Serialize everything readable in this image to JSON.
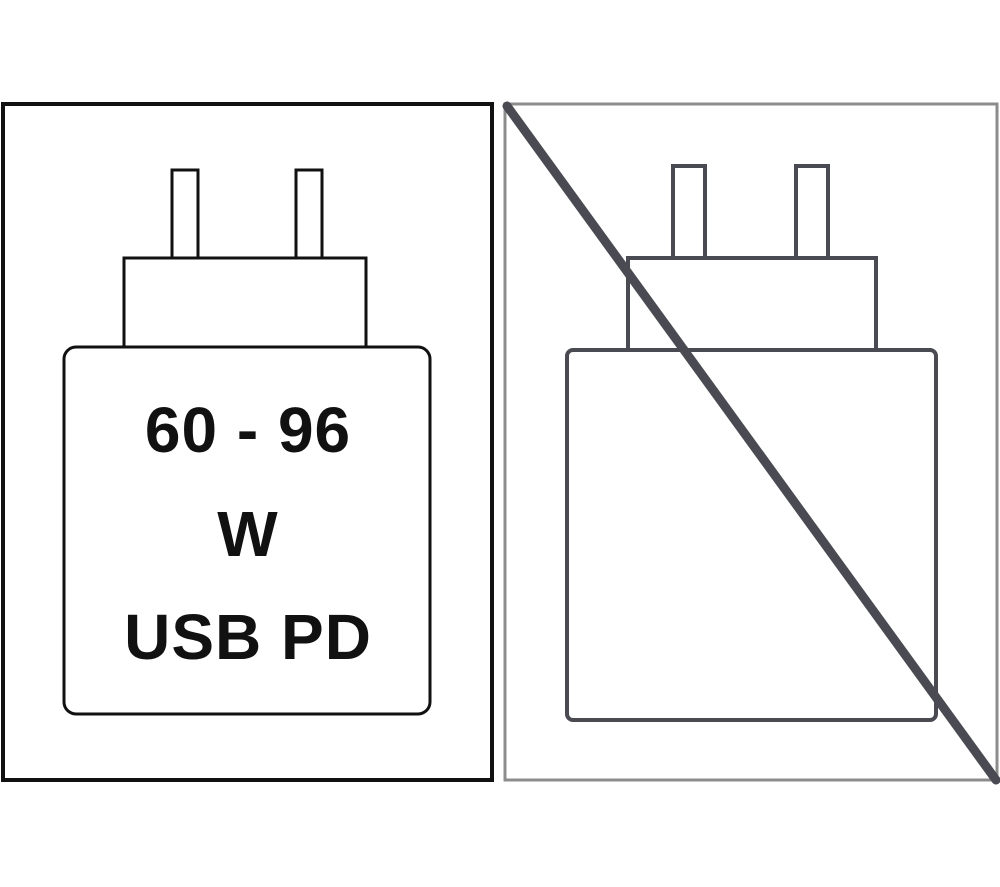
{
  "included_panel": {
    "charger_label": {
      "line1": "60 - 96",
      "line2": "W",
      "line3": "USB PD"
    }
  },
  "excluded_panel": {
    "status": "not included",
    "charger_label": null
  },
  "icons": {
    "included_charger": "wall-charger-icon",
    "excluded_charger": "wall-charger-icon",
    "strike": "diagonal-strike-icon"
  },
  "colors": {
    "included_stroke": "#111111",
    "excluded_frame": "#8c8c8c",
    "excluded_charger": "#4a4a52"
  }
}
